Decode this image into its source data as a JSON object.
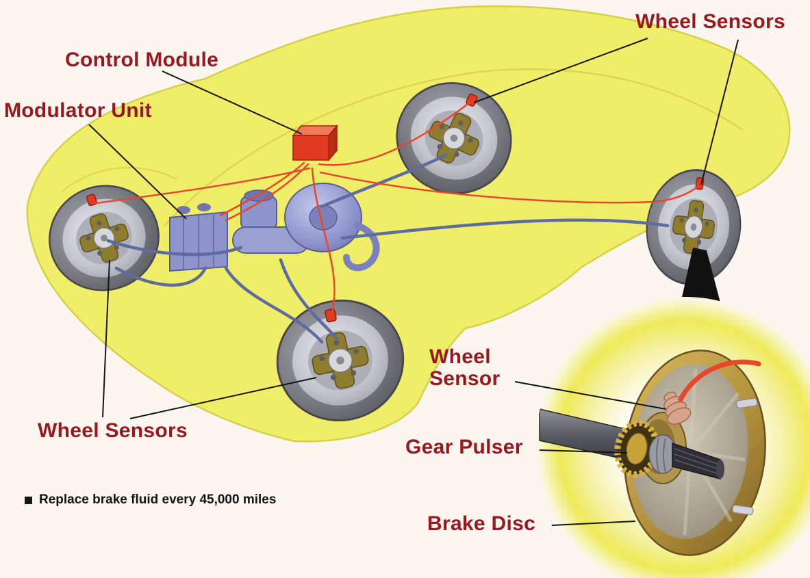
{
  "labels": {
    "wheel_sensors_top": "Wheel Sensors",
    "control_module": "Control Module",
    "modulator_unit": "Modulator Unit",
    "wheel_sensors_bottom": "Wheel Sensors",
    "inset_wheel_sensor": "Wheel Sensor",
    "inset_gear_pulser": "Gear Pulser",
    "inset_brake_disc": "Brake Disc"
  },
  "note": {
    "text": "Replace brake fluid every 45,000 miles"
  },
  "colors": {
    "label_text": "#98181d",
    "note_text": "#141414",
    "car_body": "#f0ee68",
    "car_outline": "#d6d049",
    "control_module_box": "#e23a20",
    "wire_red": "#e8472b",
    "brake_line_blue": "#5d6ba1",
    "component_blue": "#8d93cb",
    "brake_disc_gold": "#c9a84c",
    "tire_gray": "#606066"
  }
}
